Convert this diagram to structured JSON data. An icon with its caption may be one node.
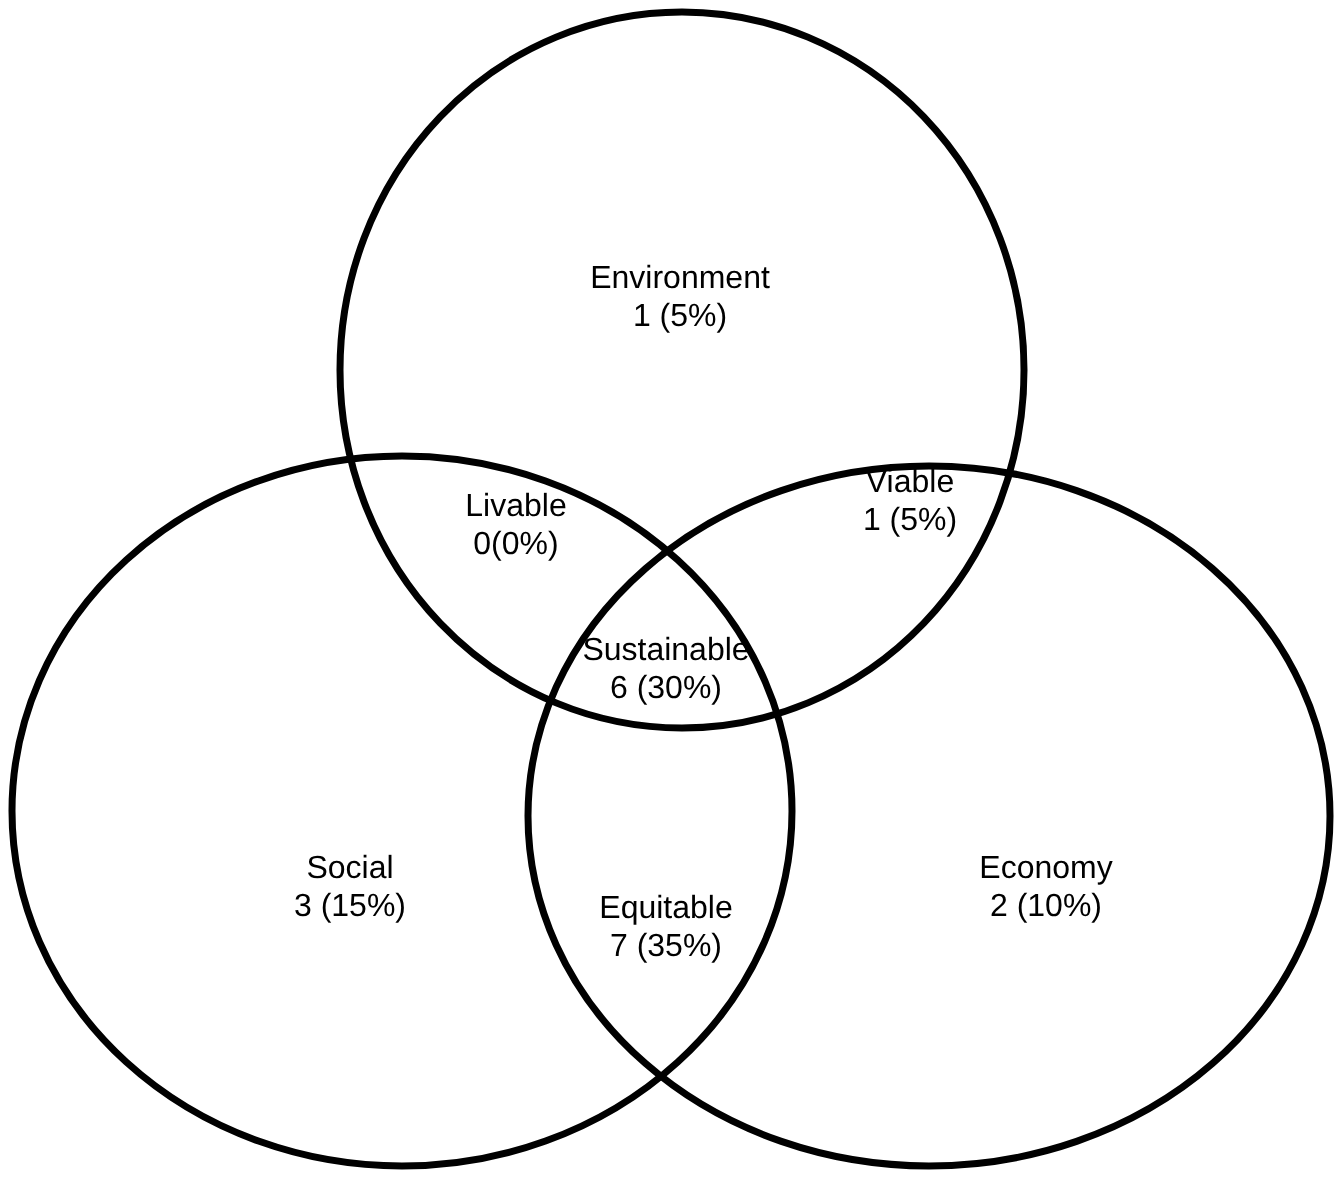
{
  "diagram": {
    "nodes": [
      {
        "text": [
          "Environment",
          "1 (5%)"
        ]
      },
      {
        "text": [
          "Social",
          "3 (15%)"
        ]
      },
      {
        "text": [
          "Economy",
          "2 (10%)"
        ]
      }
    ],
    "labels": [
      "Livable",
      "0(0%)",
      "Viable",
      "1 (5%)",
      "Sustainable",
      "6 (30%)",
      "Equitable",
      "7 (35%)"
    ]
  }
}
